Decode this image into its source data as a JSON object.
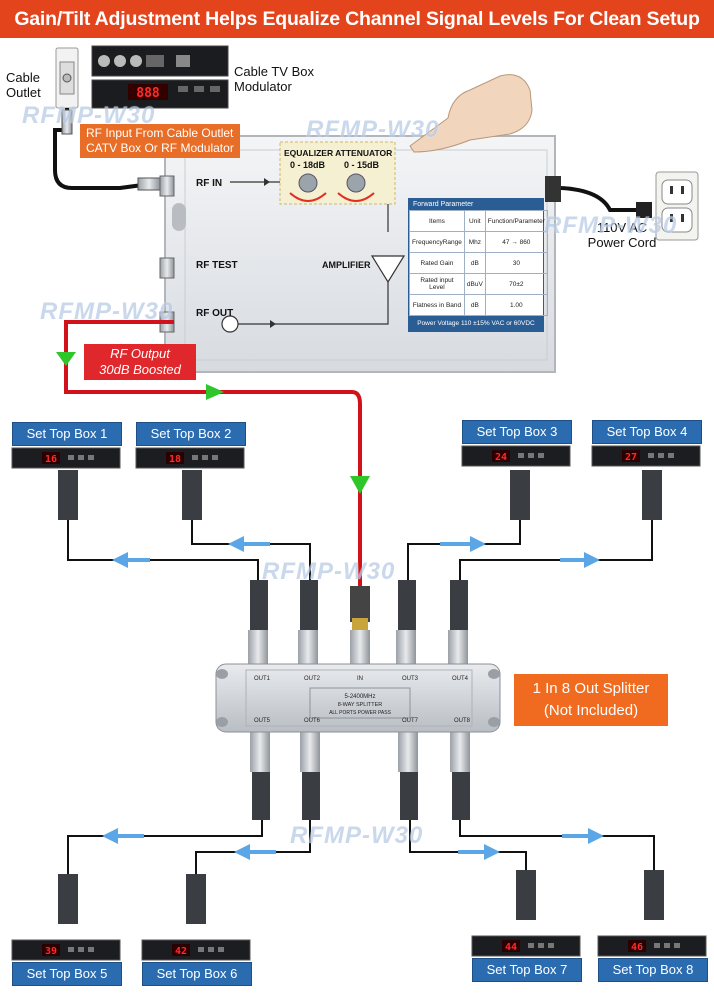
{
  "title": "Gain/Tilt Adjustment Helps Equalize Channel Signal Levels For Clean Setup",
  "labels": {
    "cable_outlet": [
      "Cable",
      "Outlet"
    ],
    "cable_tv_box": [
      "Cable TV Box",
      "Modulator"
    ],
    "rf_input_note": [
      "RF Input From Cable Outlet",
      "CATV Box Or RF Modulator"
    ],
    "rf_in": "RF IN",
    "rf_test": "RF TEST",
    "rf_out": "RF OUT",
    "equalizer": "EQUALIZER ATTENUATOR",
    "eq_range_1": "0 - 18dB",
    "eq_range_2": "0 - 15dB",
    "amplifier": "AMPLIFIER",
    "power_cord": [
      "110V AC",
      "Power Cord"
    ],
    "rf_output_note": [
      "RF Output",
      "30dB Boosted"
    ],
    "splitter_note": [
      "1 In 8 Out Splitter",
      "(Not Included)"
    ],
    "splitter_text": [
      "5-2400MHz",
      "8-WAY SPLITTER",
      "ALL PORTS POWER PASS"
    ],
    "splitter_in": "IN",
    "modulator_display": "888"
  },
  "watermark": "RFMP-W30",
  "forward_parameter": {
    "heading": "Forward Parameter",
    "columns": [
      "Items",
      "Unit",
      "Function/Parameter"
    ],
    "rows": [
      [
        "FrequencyRange",
        "Mhz",
        "47 → 860"
      ],
      [
        "Rated Gain",
        "dB",
        "30"
      ],
      [
        "Rated input Level",
        "dBuV",
        "70±2"
      ],
      [
        "Flatness in Band",
        "dB",
        "1.00"
      ]
    ],
    "footer": "Power Voltage  110 ±15% VAC or 60VDC"
  },
  "set_top_boxes": [
    {
      "label": "Set Top Box 1",
      "display": "16"
    },
    {
      "label": "Set Top Box 2",
      "display": "18"
    },
    {
      "label": "Set Top Box 3",
      "display": "24"
    },
    {
      "label": "Set Top Box 4",
      "display": "27"
    },
    {
      "label": "Set Top Box 5",
      "display": "39"
    },
    {
      "label": "Set Top Box 6",
      "display": "42"
    },
    {
      "label": "Set Top Box 7",
      "display": "44"
    },
    {
      "label": "Set Top Box 8",
      "display": "46"
    }
  ],
  "splitter_ports_top": [
    "OUT1",
    "OUT2",
    "OUT3",
    "OUT4"
  ],
  "splitter_ports_bottom": [
    "OUT5",
    "OUT6",
    "OUT7",
    "OUT8"
  ],
  "colors": {
    "title_bg": "#e4441c",
    "stb_label_bg": "#2b6cb0",
    "rf_cable": "#d1121a",
    "signal_arrow": "#2fc62a",
    "flow_arrow": "#5aa6e6",
    "note_orange": "#e86d26"
  }
}
